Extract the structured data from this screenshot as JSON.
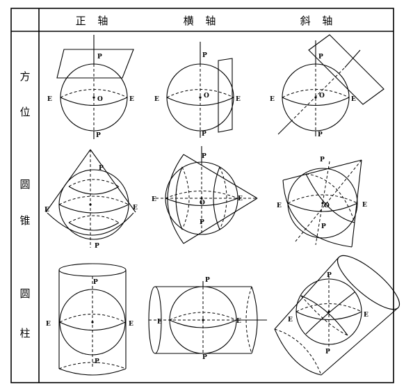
{
  "table": {
    "column_headers": [
      "正 轴",
      "横 轴",
      "斜 轴"
    ],
    "row_labels": [
      [
        "方",
        "位"
      ],
      [
        "圆",
        "锥"
      ],
      [
        "圆",
        "柱"
      ]
    ]
  },
  "point_labels": {
    "pole": "P",
    "equator": "E",
    "center": "O"
  }
}
